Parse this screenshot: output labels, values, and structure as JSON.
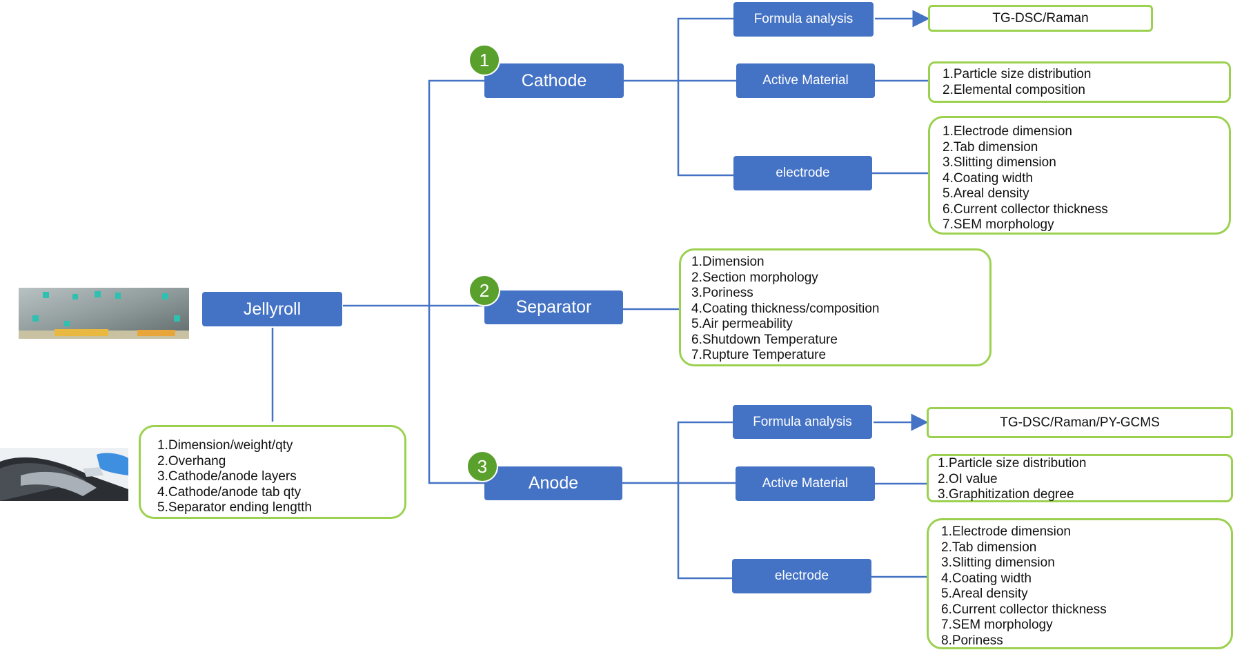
{
  "colors": {
    "node": "#4472C4",
    "badge": "#5AA02C",
    "box_border": "#9BD14E",
    "line": "#4472C4"
  },
  "jellyroll": {
    "label": "Jellyroll",
    "details": [
      "1.Dimension/weight/qty",
      "2.Overhang",
      "3.Cathode/anode layers",
      "4.Cathode/anode tab qty",
      "5.Separator ending lengtth"
    ]
  },
  "cathode": {
    "badge": "1",
    "label": "Cathode",
    "formula": {
      "label": "Formula analysis",
      "result": "TG-DSC/Raman"
    },
    "active": {
      "label": "Active Material",
      "items": [
        "1.Particle size distribution",
        "2.Elemental composition"
      ]
    },
    "electrode": {
      "label": "electrode",
      "items": [
        "1.Electrode dimension",
        "2.Tab dimension",
        "3.Slitting dimension",
        "4.Coating width",
        "5.Areal density",
        "6.Current collector thickness",
        "7.SEM morphology"
      ]
    }
  },
  "separator": {
    "badge": "2",
    "label": "Separator",
    "items": [
      "1.Dimension",
      "2.Section morphology",
      "3.Poriness",
      "4.Coating thickness/composition",
      "5.Air permeability",
      "6.Shutdown Temperature",
      "7.Rupture Temperature"
    ]
  },
  "anode": {
    "badge": "3",
    "label": "Anode",
    "formula": {
      "label": "Formula analysis",
      "result": "TG-DSC/Raman/PY-GCMS"
    },
    "active": {
      "label": "Active Material",
      "items": [
        "1.Particle size distribution",
        "2.OI value",
        "3.Graphitization degree"
      ]
    },
    "electrode": {
      "label": "electrode",
      "items": [
        "1.Electrode dimension",
        "2.Tab dimension",
        "3.Slitting dimension",
        "4.Coating width",
        "5.Areal density",
        "6.Current collector thickness",
        "7.SEM morphology",
        "8.Poriness"
      ]
    }
  }
}
